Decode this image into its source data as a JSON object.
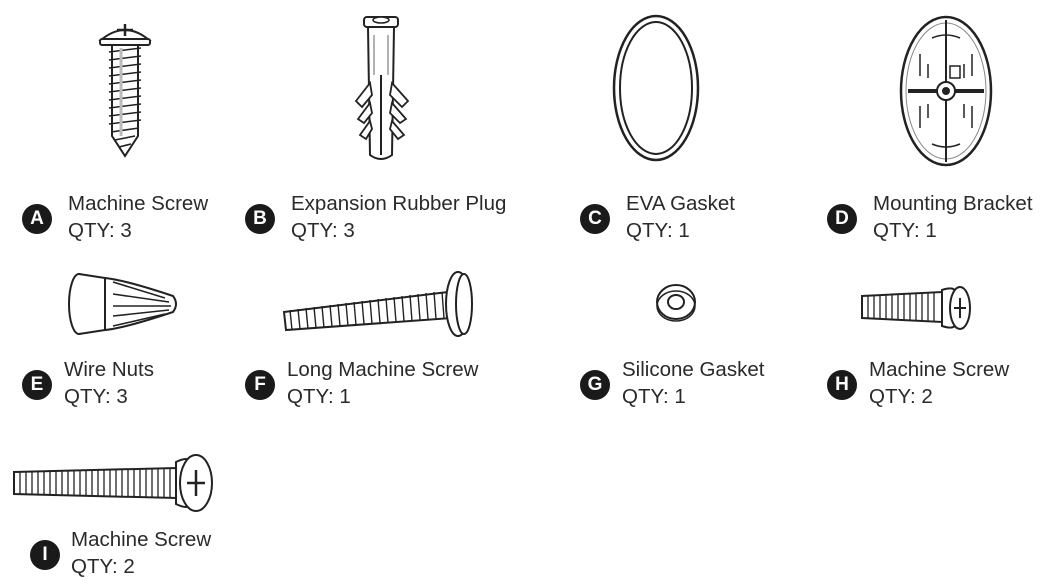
{
  "parts": [
    {
      "letter": "A",
      "name": "Machine Screw",
      "qty": "QTY: 3",
      "icon": "phillips-wood-screw-icon"
    },
    {
      "letter": "B",
      "name": "Expansion Rubber Plug",
      "qty": "QTY: 3",
      "icon": "wall-anchor-icon"
    },
    {
      "letter": "C",
      "name": "EVA Gasket",
      "qty": "QTY: 1",
      "icon": "oval-gasket-icon"
    },
    {
      "letter": "D",
      "name": "Mounting Bracket",
      "qty": "QTY: 1",
      "icon": "round-bracket-icon"
    },
    {
      "letter": "E",
      "name": "Wire Nuts",
      "qty": "QTY: 3",
      "icon": "wire-nut-icon"
    },
    {
      "letter": "F",
      "name": "Long Machine Screw",
      "qty": "QTY: 1",
      "icon": "long-screw-icon"
    },
    {
      "letter": "G",
      "name": "Silicone Gasket",
      "qty": "QTY: 1",
      "icon": "ring-gasket-icon"
    },
    {
      "letter": "H",
      "name": "Machine Screw",
      "qty": "QTY: 2",
      "icon": "short-screw-icon"
    },
    {
      "letter": "I",
      "name": "Machine Screw",
      "qty": "QTY: 2",
      "icon": "screw-icon"
    }
  ]
}
